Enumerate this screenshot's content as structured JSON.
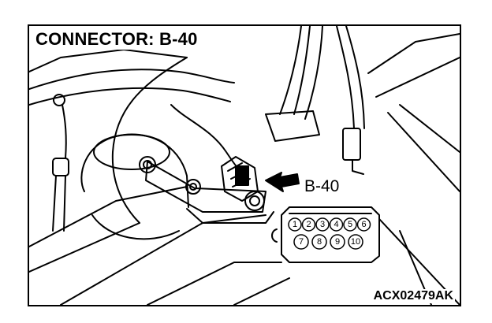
{
  "title": "CONNECTOR: B-40",
  "callout_label": "B-40",
  "figure_code": "ACX02479AK",
  "connector": {
    "top_row_pins": [
      "1",
      "2",
      "3",
      "4",
      "5",
      "6"
    ],
    "bottom_row_pins": [
      "7",
      "8",
      "9",
      "10"
    ]
  }
}
